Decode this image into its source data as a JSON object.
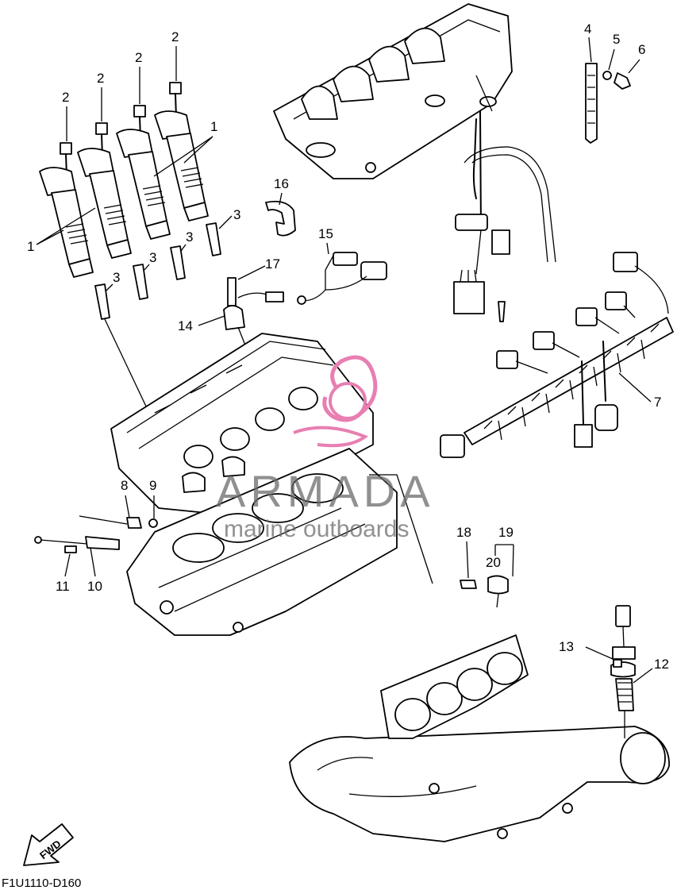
{
  "diagram": {
    "code": "F1U1110-D160",
    "fwd_label": "FWD",
    "watermark": {
      "brand": "ARMADA",
      "tagline": "marine outboards",
      "color": "#e87fb2"
    },
    "callouts": [
      {
        "id": "c2a",
        "label": "2"
      },
      {
        "id": "c2b",
        "label": "2"
      },
      {
        "id": "c2c",
        "label": "2"
      },
      {
        "id": "c2d",
        "label": "2"
      },
      {
        "id": "c1a",
        "label": "1"
      },
      {
        "id": "c1b",
        "label": "1"
      },
      {
        "id": "c3a",
        "label": "3"
      },
      {
        "id": "c3b",
        "label": "3"
      },
      {
        "id": "c3c",
        "label": "3"
      },
      {
        "id": "c3d",
        "label": "3"
      },
      {
        "id": "c4",
        "label": "4"
      },
      {
        "id": "c5",
        "label": "5"
      },
      {
        "id": "c6",
        "label": "6"
      },
      {
        "id": "c7",
        "label": "7"
      },
      {
        "id": "c8",
        "label": "8"
      },
      {
        "id": "c9",
        "label": "9"
      },
      {
        "id": "c10",
        "label": "10"
      },
      {
        "id": "c11",
        "label": "11"
      },
      {
        "id": "c12",
        "label": "12"
      },
      {
        "id": "c13",
        "label": "13"
      },
      {
        "id": "c14",
        "label": "14"
      },
      {
        "id": "c15",
        "label": "15"
      },
      {
        "id": "c16",
        "label": "16"
      },
      {
        "id": "c17",
        "label": "17"
      },
      {
        "id": "c18",
        "label": "18"
      },
      {
        "id": "c19",
        "label": "19"
      },
      {
        "id": "c20",
        "label": "20"
      }
    ]
  }
}
